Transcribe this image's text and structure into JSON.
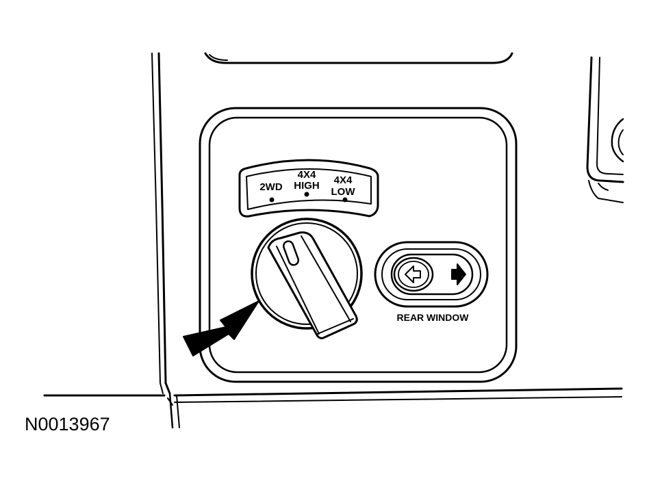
{
  "transfer_case_selector": {
    "mode_labels": {
      "two_wd": "2WD",
      "four_high_top": "4X4",
      "four_high_bottom": "HIGH",
      "four_low_top": "4X4",
      "four_low_bottom": "LOW"
    }
  },
  "rear_window_switch": {
    "label": "REAR WINDOW",
    "left_icon": "arrow-left-outline-icon",
    "right_icon": "arrow-right-solid-icon"
  },
  "figure_id": "N0013967"
}
